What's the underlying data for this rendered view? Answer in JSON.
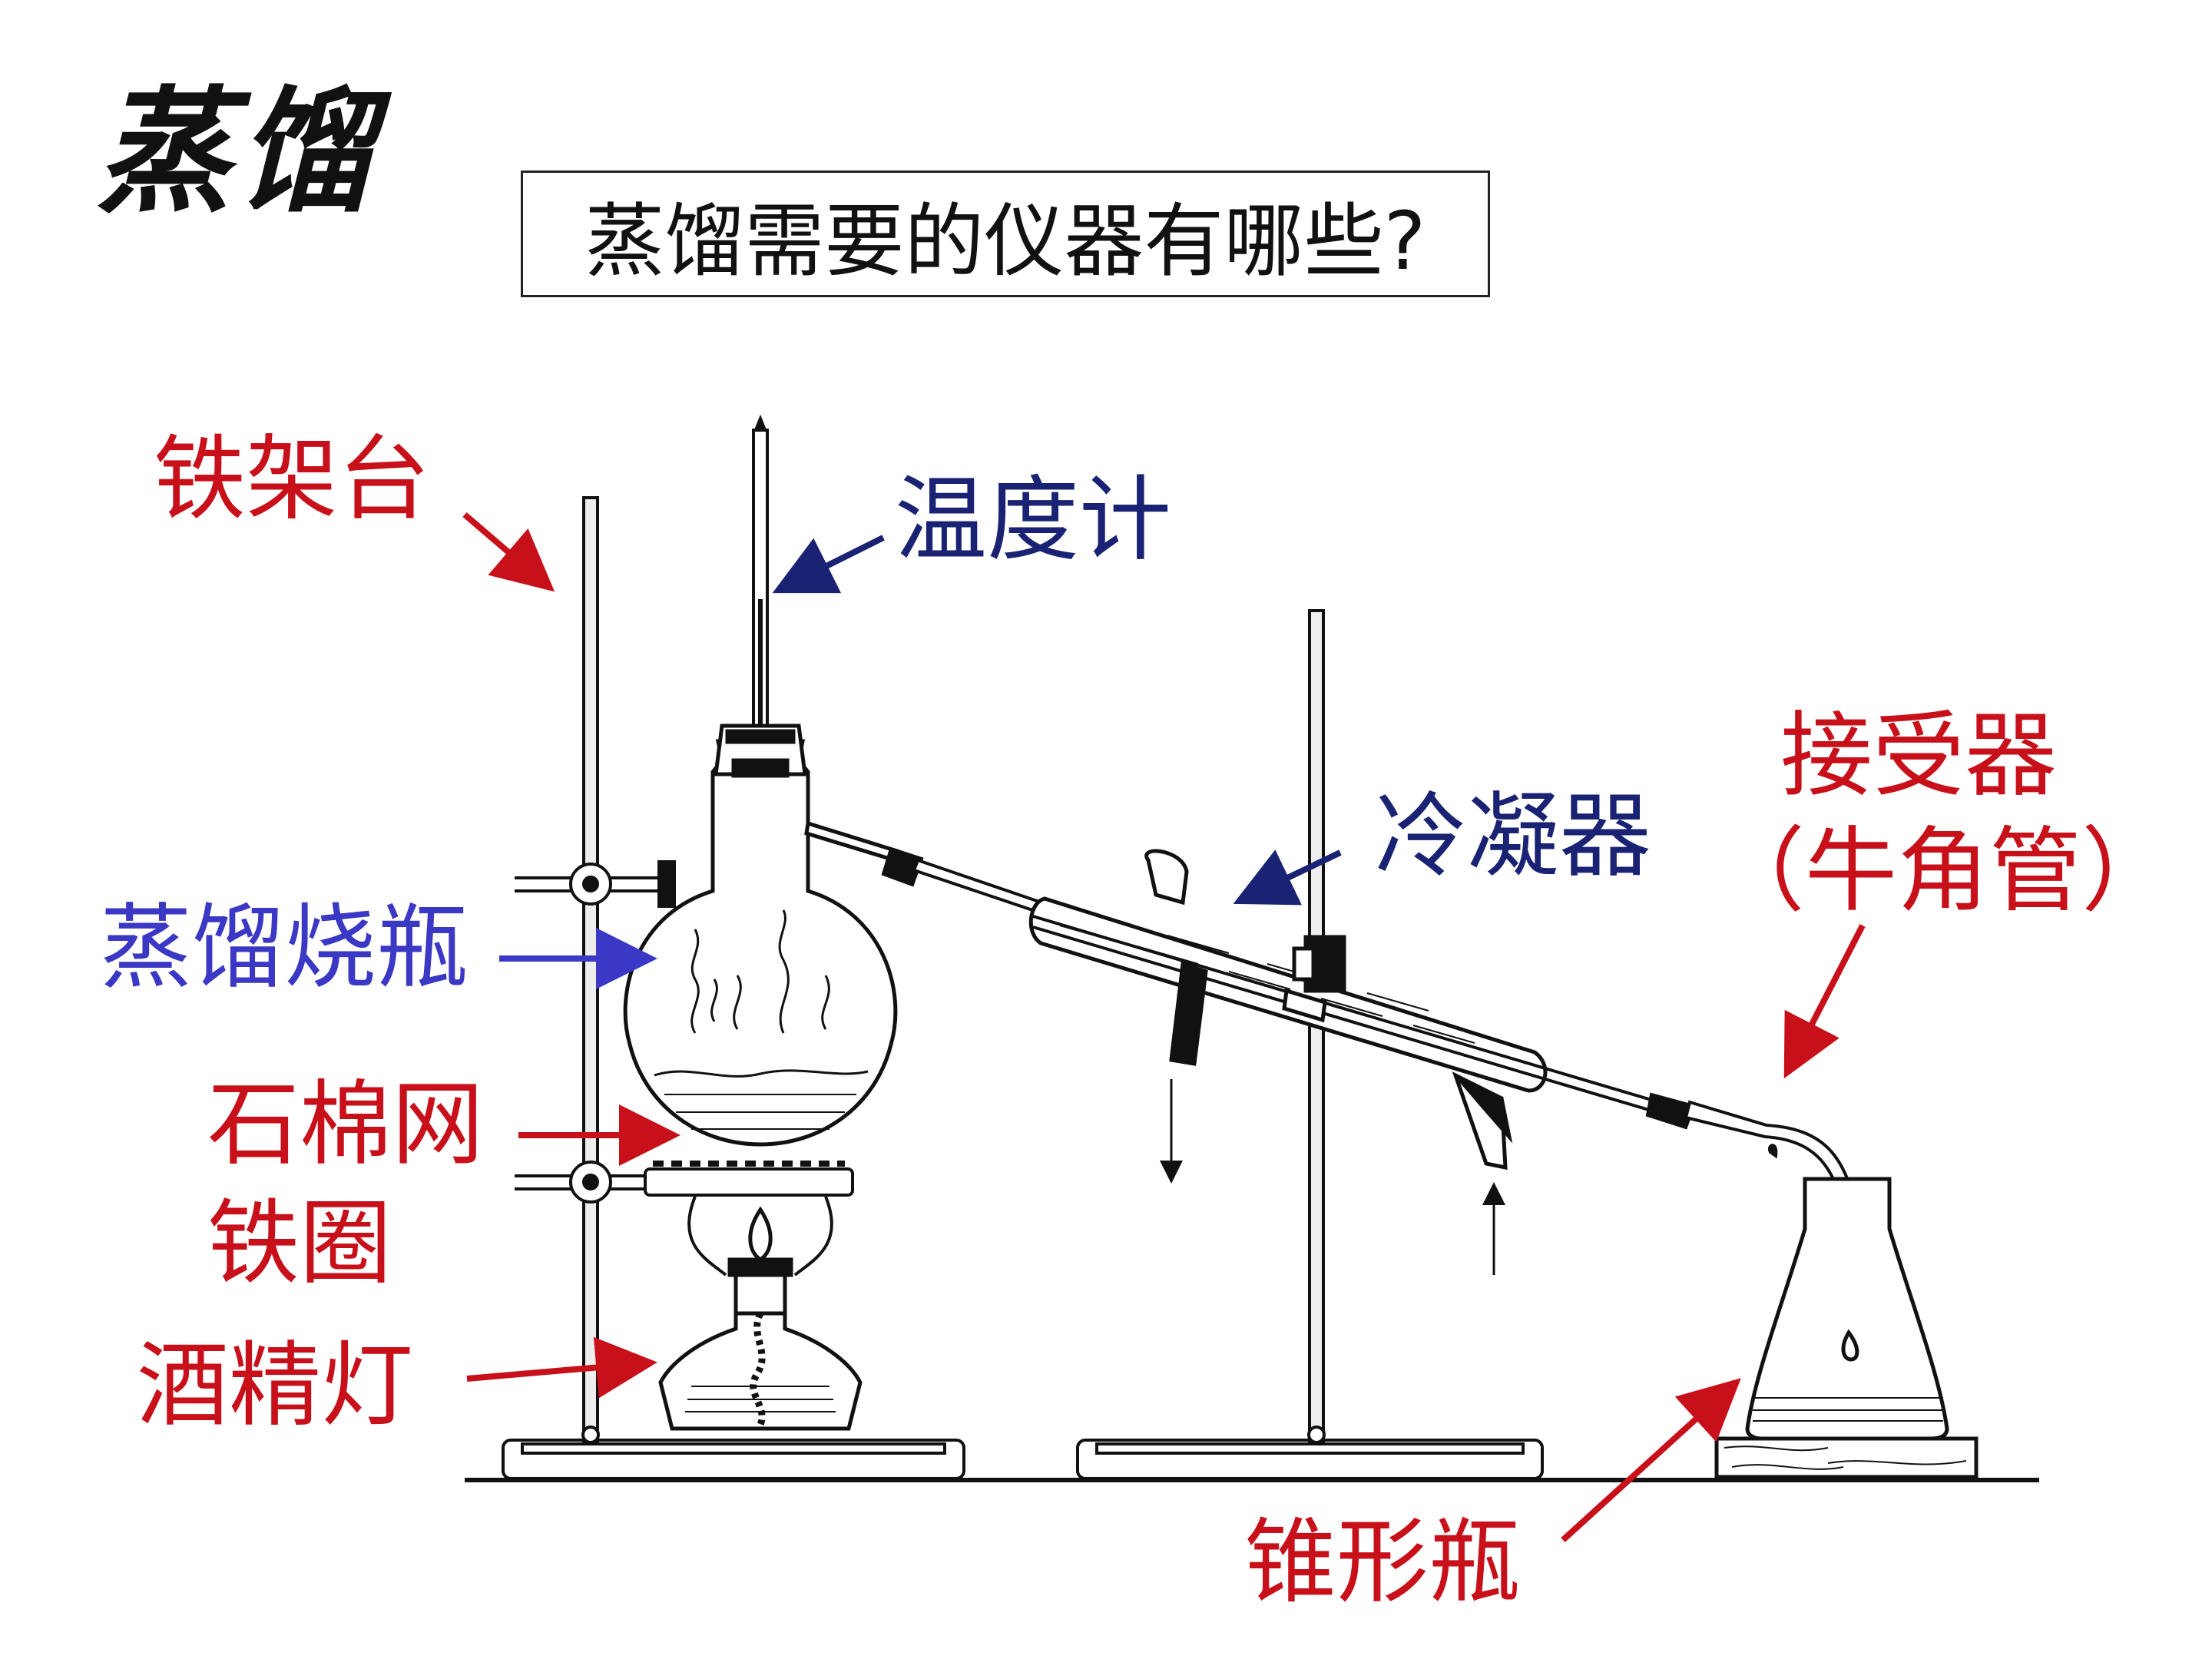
{
  "title": "蒸馏",
  "question": "蒸馏需要的仪器有哪些?",
  "labels": {
    "iron_stand": "铁架台",
    "thermometer": "温度计",
    "receiver": "接受器",
    "receiver_alt": "（牛角管）",
    "condenser": "冷凝器",
    "distilling_flask": "蒸馏烧瓶",
    "asbestos_gauze": "石棉网",
    "iron_ring": "铁圈",
    "alcohol_lamp": "酒精灯",
    "conical_flask": "锥形瓶"
  },
  "colors": {
    "red": "#c8101a",
    "navy": "#1a2373",
    "blue": "#3a38c4",
    "ink": "#111111"
  }
}
